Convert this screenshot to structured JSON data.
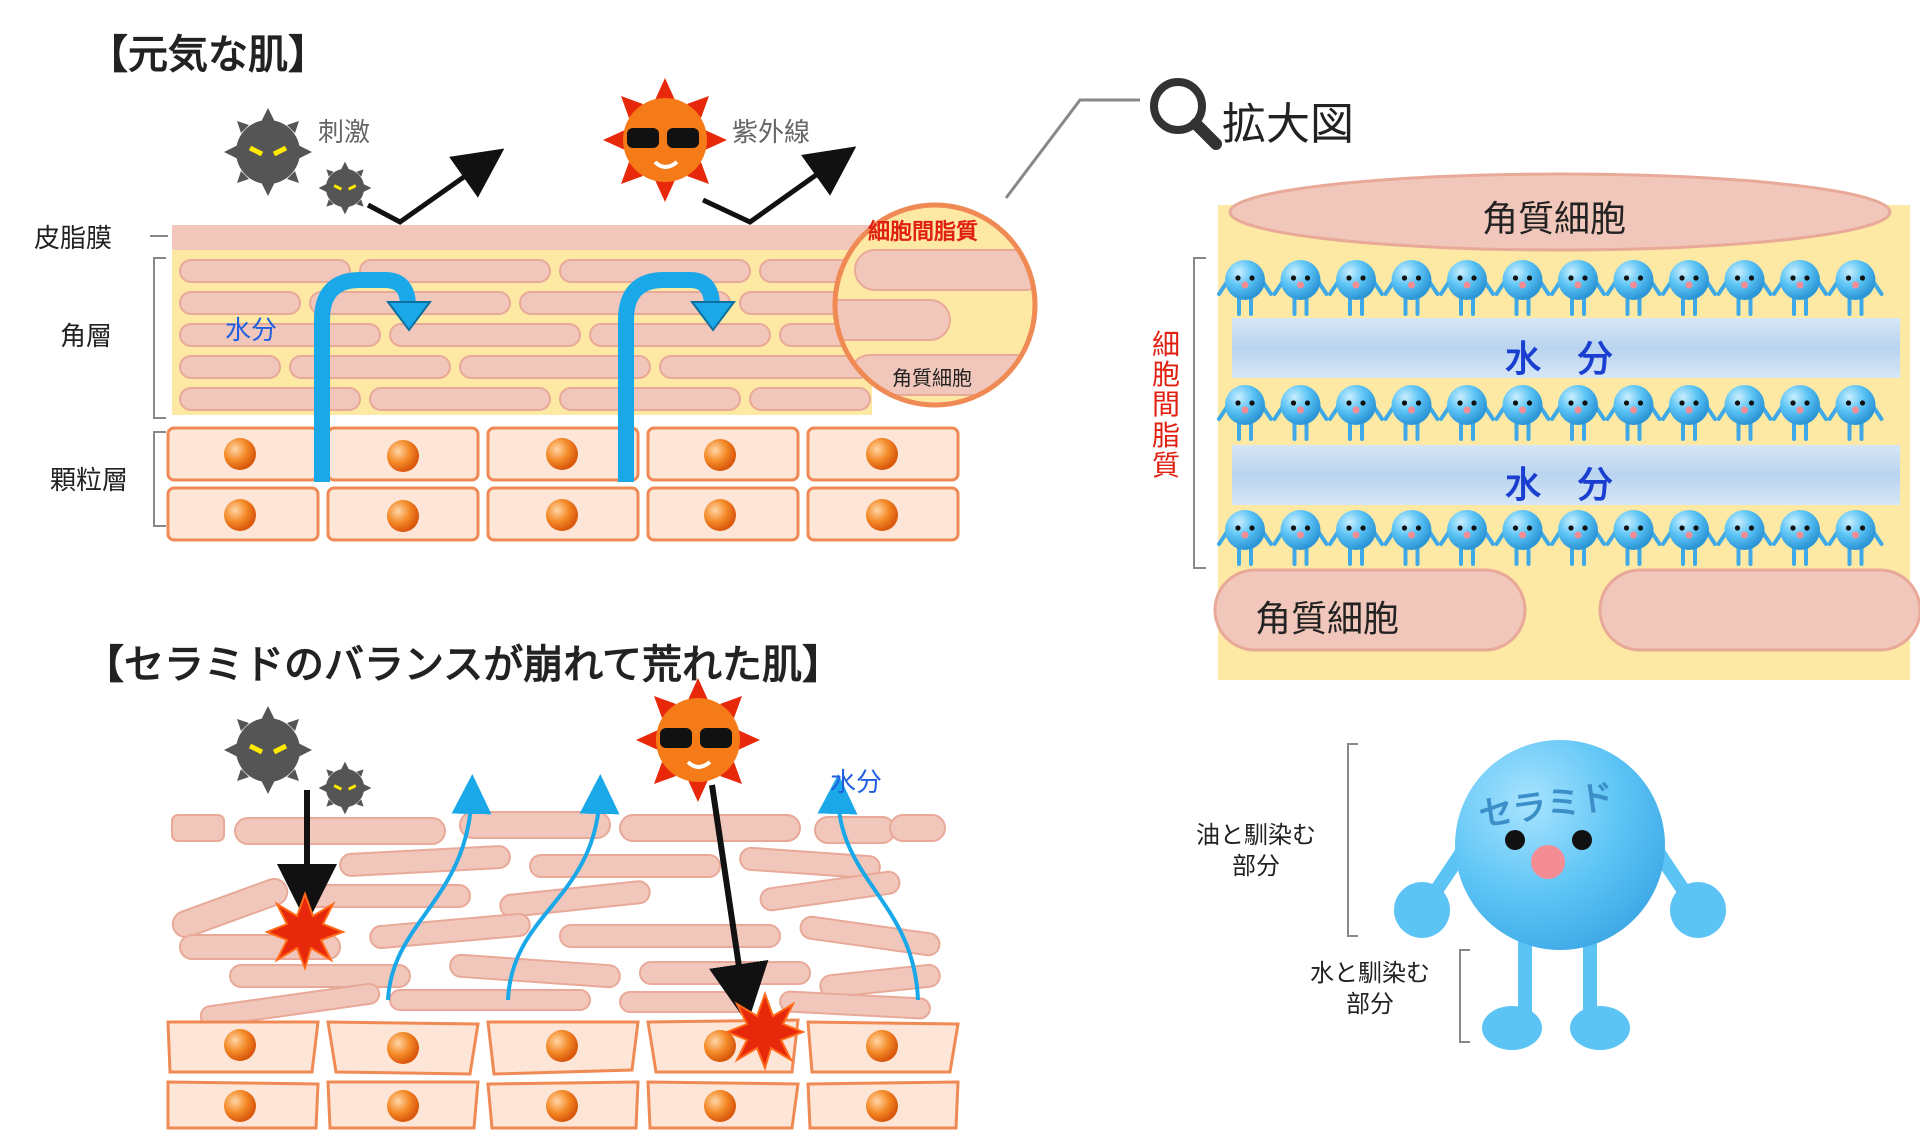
{
  "top_section": {
    "title": "【元気な肌】",
    "layer_labels": {
      "sebum": "皮脂膜",
      "stratum_corneum": "角層",
      "granular": "顆粒層"
    },
    "stimulus_label": "刺激",
    "uv_label": "紫外線",
    "water_label": "水分",
    "zoom_circle": {
      "lipid_label": "細胞間脂質",
      "cell_label": "角質細胞"
    }
  },
  "bottom_section": {
    "title": "【セラミドのバランスが崩れて荒れた肌】",
    "water_label": "水分"
  },
  "magnified": {
    "title": "拡大図",
    "top_cell_label": "角質細胞",
    "bottom_cell_label": "角質細胞",
    "side_label": "細胞間脂質",
    "water_band_1": "水　分",
    "water_band_2": "水　分"
  },
  "ceramide": {
    "body_label": "セラミド",
    "oil_part": "油と馴染む\n部分",
    "water_part": "水と馴染む\n部分"
  },
  "colors": {
    "skin_cell": "#f2c7bb",
    "lipid_bg": "#fde9a4",
    "granular_fill": "#fde5d8",
    "granular_stroke": "#f08a55",
    "water_arrow": "#1aa8e8",
    "warning_red": "#e02010",
    "water_text": "#2060e0",
    "magnified_water_text": "#1a3fd0",
    "ceramide_blue": "#5cc4f5"
  }
}
